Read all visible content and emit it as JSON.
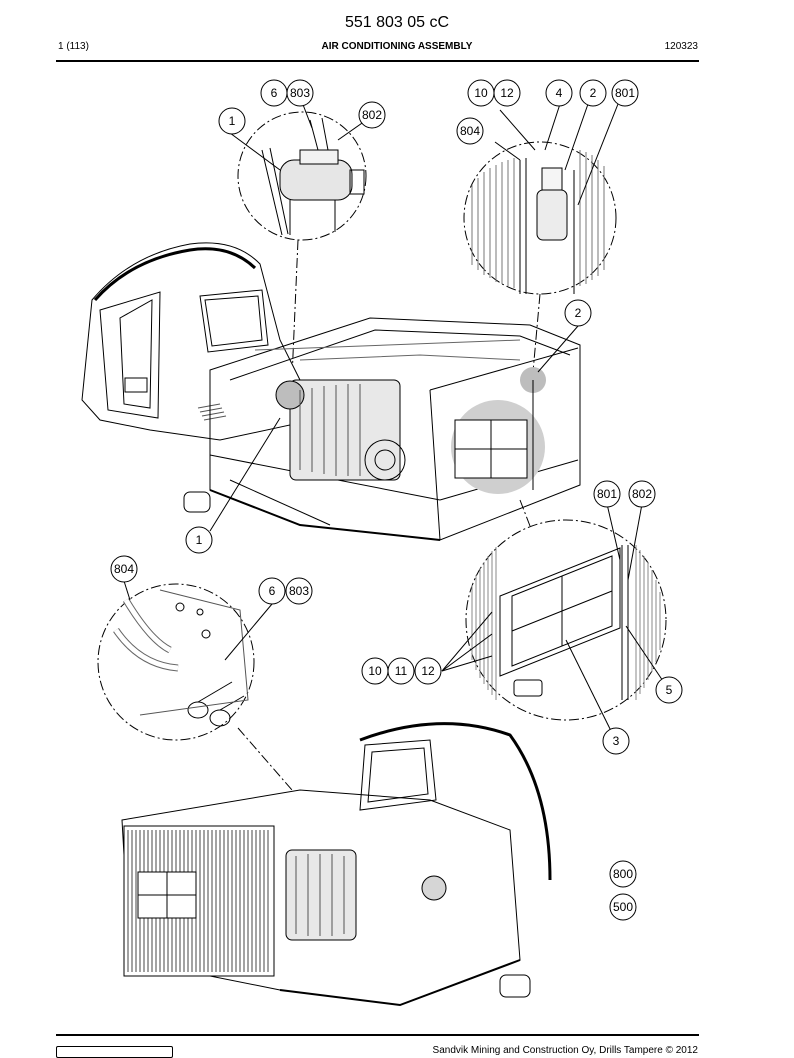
{
  "header": {
    "doc_number": "551 803 05 cC",
    "page": "1 (113)",
    "title": "AIR CONDITIONING ASSEMBLY",
    "code": "120323"
  },
  "callouts": {
    "top_left_detail": [
      "6",
      "803",
      "802",
      "1"
    ],
    "top_right_detail": [
      "10",
      "12",
      "4",
      "2",
      "801",
      "804"
    ],
    "main_view": [
      "2",
      "1"
    ],
    "condenser_detail": [
      "801",
      "802",
      "10",
      "11",
      "12",
      "5",
      "3"
    ],
    "hose_detail": [
      "804",
      "6",
      "803"
    ],
    "assembly_codes": [
      "800",
      "500"
    ]
  },
  "footer": {
    "copyright": "Sandvik Mining and Construction Oy, Drills Tampere © 2012"
  }
}
